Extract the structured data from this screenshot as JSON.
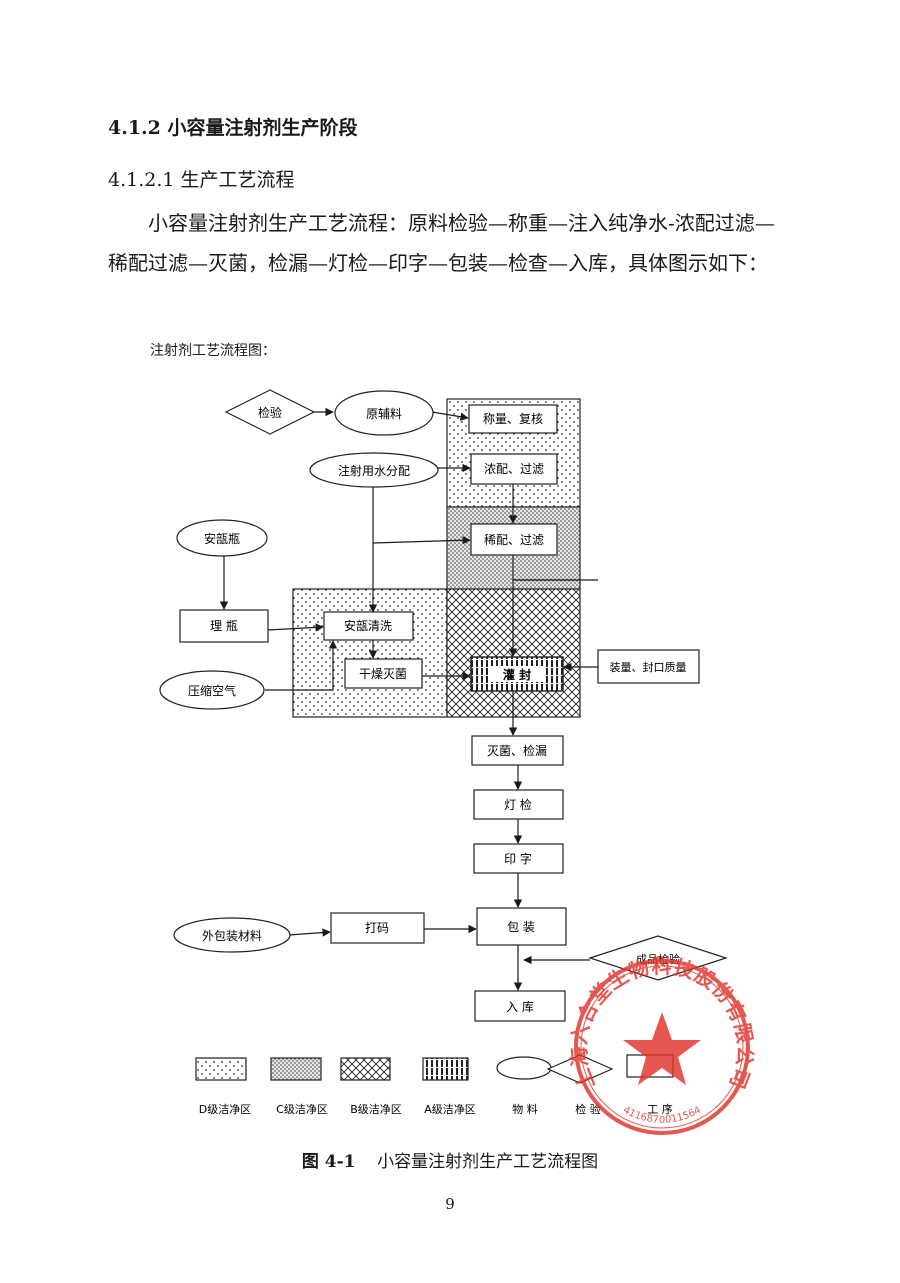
{
  "document": {
    "section_heading": "4.1.2 小容量注射剂生产阶段",
    "subsection_heading": "4.1.2.1 生产工艺流程",
    "paragraph": "小容量注射剂生产工艺流程：原料检验—称重—注入纯净水-浓配过滤—稀配过滤—灭菌，检漏—灯检—印字—包装—检查—入库，具体图示如下：",
    "diagram_label": "注射剂工艺流程图：",
    "figure_caption_num": "图 4-1",
    "figure_caption_text": "小容量注射剂生产工艺流程图",
    "page_number": "9"
  },
  "diagram": {
    "inspect": "检验",
    "raw_material": "原辅料",
    "weigh": "称量、复核",
    "water": "注射用水分配",
    "conc_filter": "浓配、过滤",
    "ampoule": "安瓿瓶",
    "dilute_filter": "稀配、过滤",
    "sort_bottle": "理    瓶",
    "ampoule_wash": "安瓿清洗",
    "dry_sterilize": "干燥灭菌",
    "fill_seal": "灌    封",
    "fill_check": "装量、封口质量",
    "compressed_air": "压缩空气",
    "sterilize_leak": "灭菌、检漏",
    "light_inspect": "灯    检",
    "print": "印    字",
    "outer_material": "外包装材料",
    "code": "打码",
    "pack": "包    装",
    "final_inspect": "成品检验",
    "store": "入    库"
  },
  "legend": {
    "d_zone": "D级洁净区",
    "c_zone": "C级洁净区",
    "b_zone": "B级洁净区",
    "a_zone": "A级洁净区",
    "material": "物  料",
    "inspection": "检  验",
    "process": "工  序"
  },
  "stamp": {
    "text": "上海六合堂生物科技股份有限公司",
    "code": "4116870011564"
  },
  "colors": {
    "text": "#1a1a1a",
    "stamp": "#e0342c"
  }
}
